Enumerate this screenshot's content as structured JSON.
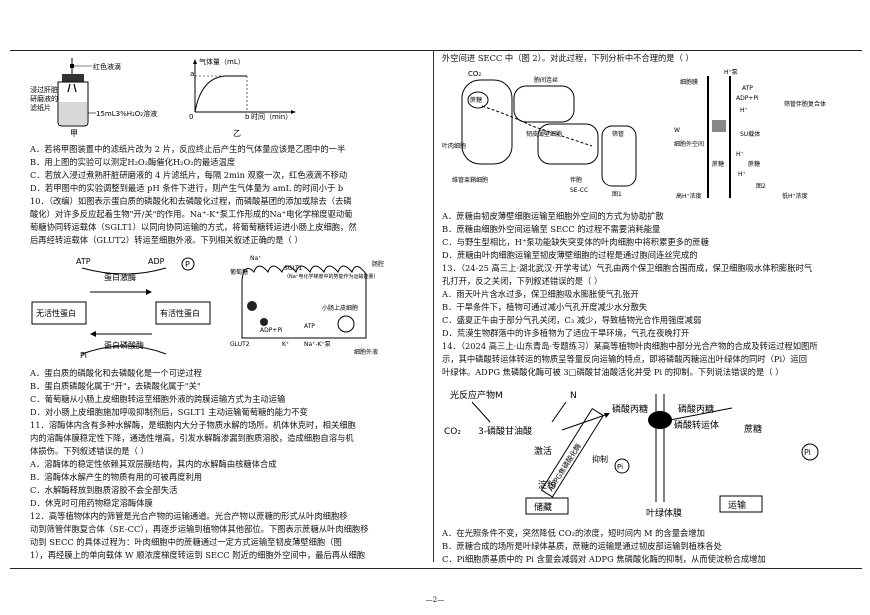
{
  "page_number": "—2—",
  "left": {
    "fig_jia": {
      "label_top": "红色液滴",
      "label_left1": "浸过肝脏",
      "label_left2": "研磨液的",
      "label_left3": "滤纸片",
      "label_liquid": "15mL3%H₂O₂溶液",
      "caption": "甲"
    },
    "fig_yi": {
      "ylabel": "气体量（mL）",
      "mark_a": "a",
      "xlabel": "时间（min）",
      "mark_b": "b",
      "origin": "0",
      "caption": "乙"
    },
    "q9": [
      "A．若将甲图装置中的滤纸片改为 2 片，反应终止后产生的气体量应该是乙图中的一半",
      "B．用上图的实验可以测定H₂O₂酶催化H₂O₂的最适温度",
      "C．若放入浸过煮熟肝脏研磨液的 4 片滤纸片，每隔 2min 观察一次，红色液滴不移动",
      "D．若甲图中的实验调整到最适 pH 条件下进行，则产生气体量为 amL 的时间小于 b"
    ],
    "q10_stem": [
      "10．（改编）如图表示蛋白质的磷酸化和去磷酸化过程，而磷酸基团的添加或除去（去磷",
      "酸化）对许多反应起着生物\"开/关\"的作用。Na⁺-K⁺泵工作形成的Na⁺电化学梯度驱动葡",
      "萄糖协同转运载体（SGLT1）以同向协同运输的方式，将葡萄糖转运进小肠上皮细胞，然",
      "后再经转运载体（GLUT2）转运至细胞外液。下列相关叙述正确的是（     ）"
    ],
    "fig10": {
      "atp": "ATP",
      "adp": "ADP",
      "p": "P",
      "kinase": "蛋白激酶",
      "inactive": "无活性蛋白",
      "active": "有活性蛋白",
      "phosphatase": "蛋白磷酸酶",
      "pi": "Pi",
      "na": "Na⁺",
      "glucose": "葡萄糖",
      "sglt1": "SGLT1",
      "gradient": "（Na⁺电化学梯度中的势能作为运输能量）",
      "lumen": "肠腔",
      "epi": "小肠上皮细胞",
      "adp_pi": "ADP+Pi",
      "atp2": "ATP",
      "glut2": "GLUT2",
      "k": "K⁺",
      "pump": "Na⁺-K⁺泵",
      "outside": "细胞外液"
    },
    "q10": [
      "A．蛋白质的磷酸化和去磷酸化是一个可逆过程",
      "B．蛋白质磷酸化属于\"开\"，去磷酸化属于\"关\"",
      "C．葡萄糖从小肠上皮细胞转运至细胞外液的跨膜运输方式为主动运输",
      "D．对小肠上皮细胞施加呼吸抑制剂后，SGLT1 主动运输葡萄糖的能力不变"
    ],
    "q11": [
      "11．溶酶体内含有多种水解酶，是细胞内大分子物质水解的场所。机体休克时，相关细胞",
      "内的溶酶体膜稳定性下降，通透性增高，引发水解酶渗漏到胞质溶胶，造成细胞自溶与机",
      "体损伤。下列叙述错误的是（     ）",
      "A．溶酶体的稳定性依赖其双层膜结构，其内的水解酶由核糖体合成",
      "B．溶酶体水解产生的物质有用的可被再度利用",
      "C．水解酶释放到胞质溶胶不会全部失活",
      "D．休克时可用药物稳定溶酶体膜"
    ],
    "q12": [
      "12．高等植物体内的筛管是光合产物的运输通道。光合产物以蔗糖的形式从叶肉细胞移",
      "动到筛管伴胞复合体（SE-CC），再逐步运输到植物体其他部位。下图表示蔗糖从叶肉细胞移",
      "动到 SECC 的具体过程为：叶肉细胞中的蔗糖通过一定方式运输至韧皮薄壁细胞（图",
      "1），再经膜上的单向载体 W 顺浓度梯度转运到 SECC 附近的细胞外空间中，最后再从细胞"
    ]
  },
  "right": {
    "q12_cont": "外空间进 SECC 中（图 2）。对此过程，下列分析中不合理的是（     ）",
    "fig12_1": {
      "co2": "CO₂",
      "sucrose": "蔗糖",
      "plasmodesma": "胞间连丝",
      "phloem_par": "韧皮薄壁细胞",
      "sieve_tube": "筛管",
      "mesophyll": "叶肉细胞",
      "bundle_sheath": "维管束鞘细胞",
      "companion": "伴胞",
      "se_cc": "SE-CC",
      "caption": "图1"
    },
    "fig12_2": {
      "membrane": "细胞膜",
      "hpump": "H⁺泵",
      "atp": "ATP",
      "adp_pi": "ADP+Pi",
      "h1": "H⁺",
      "w": "W",
      "su": "SU载体",
      "outer_space": "细胞外空间",
      "sucrose1": "蔗糖",
      "sucrose2": "蔗糖",
      "h2": "H⁺",
      "h3": "H⁺",
      "right_label": "筛管伴胞复合体",
      "high": "高H⁺浓度",
      "low": "低H⁺浓度",
      "caption": "图2"
    },
    "q12": [
      "A．蔗糖由韧皮薄壁细胞运输至细胞外空间的方式为协助扩散",
      "B．蔗糖由细胞外空间运输至 SECC 的过程不需要消耗能量",
      "C．与野生型相比，H⁺泵功能缺失突变体的叶肉细胞中将积累更多的蔗糖",
      "D．蔗糖由叶肉细胞运输至韧皮薄壁细胞的过程是通过胞间连丝完成的"
    ],
    "q13": [
      "13．（24-25 高三上·湖北武汉·开学考试）气孔由两个保卫细胞合围而成，保卫细胞吸水体积膨胀时气",
      "孔打开，反之关闭，下列叙述错误的是（     ）",
      "A．雨天叶片含水过多，保卫细胞吸水膨胀使气孔张开",
      "B．干旱条件下，植物可通过减小气孔开度减少水分散失",
      "C．盛夏正午由于部分气孔关闭，C₃ 减少，导致植物光合作用强度减弱",
      "D．荒漠生物群落中的许多植物为了适应干旱环境，气孔在夜晚打开"
    ],
    "q14": [
      "14．（2024 高三上·山东青岛·专题练习）某高等植物叶肉细胞中部分光合产物的合成及转运过程如图所",
      "示，其中磷酸转运体转运的物质呈等量反向运输的特点，即将磷酸丙糖运出叶绿体的同时（Pi）运回",
      "叶绿体。ADPG 焦磷酸化酶可被 3□磷酸甘油酸活化并受 Pi 的抑制。下列说法错误的是（     ）"
    ],
    "fig14": {
      "light": "光反应产物M",
      "n": "N",
      "co2": "CO₂",
      "pga": "3-磷酸甘油酸",
      "triose1": "磷酸丙糖",
      "triose2": "磷酸丙糖",
      "activate": "激活",
      "adpg": "ADPG焦磷酸化酶",
      "inhibit": "抑制",
      "pi1": "Pi",
      "transporter": "磷酸转运体",
      "pi2": "Pi",
      "sucrose": "蔗糖",
      "starch": "淀粉",
      "storage": "储藏",
      "chloroplast": "叶绿体膜",
      "transport": "运输"
    },
    "q14_opts": [
      "A．在光照条件不变，突然降低 CO₂的浓度，短时间内 M 的含量会增加",
      "B．蔗糖合成的场所是叶绿体基质，蔗糖的运输是通过韧皮部运输到植株各处",
      "C．Pi细胞质基质中的 Pi 含量会减弱对 ADPG 焦磷酸化酶的抑制，从而使淀粉合成增加"
    ]
  }
}
